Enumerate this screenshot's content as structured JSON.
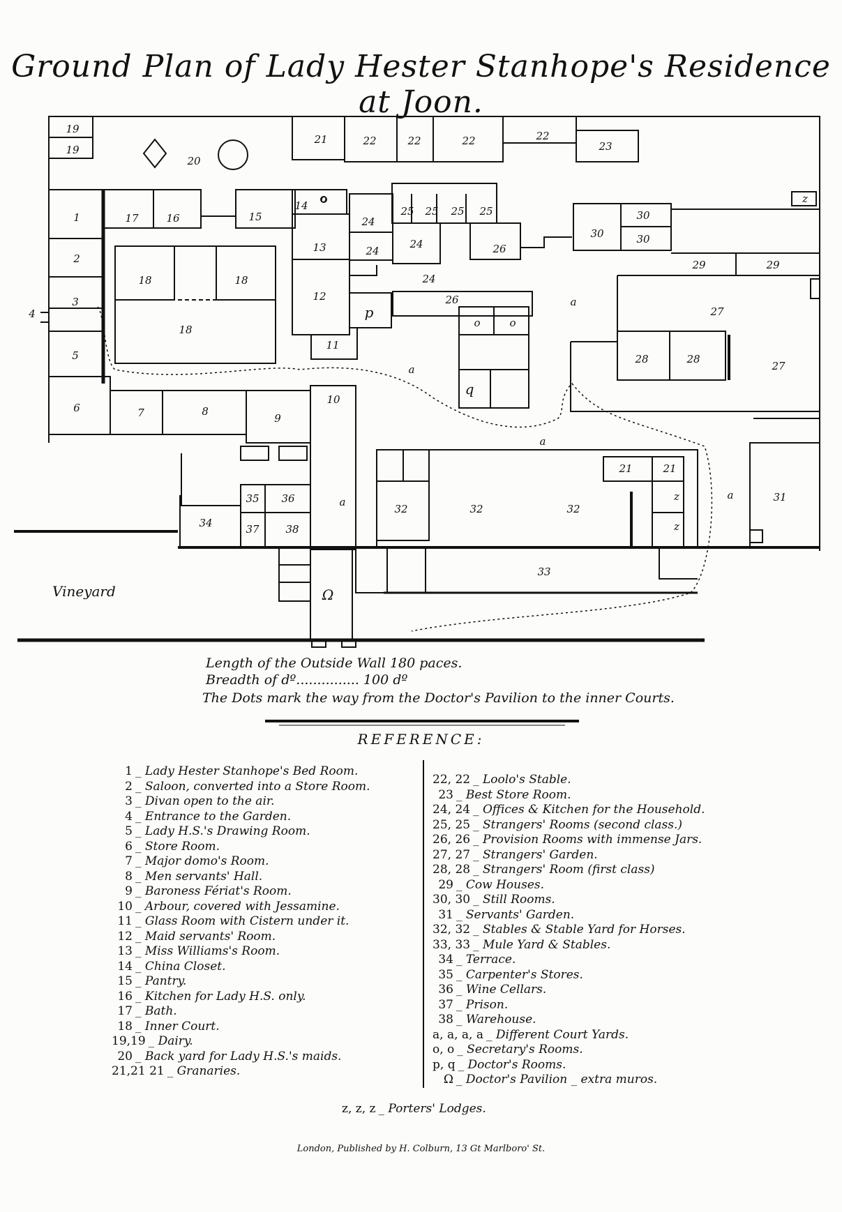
{
  "title": "Ground Plan of Lady Hester Stanhope's Residence at Joon.",
  "map_labels": {
    "vineyard": "Vineyard",
    "rooms": [
      {
        "id": "r19a",
        "text": "19"
      },
      {
        "id": "r19b",
        "text": "19"
      },
      {
        "id": "r20",
        "text": "20"
      },
      {
        "id": "r21a",
        "text": "21"
      },
      {
        "id": "r22a",
        "text": "22"
      },
      {
        "id": "r22b",
        "text": "22"
      },
      {
        "id": "r22c",
        "text": "22"
      },
      {
        "id": "r22d",
        "text": "22"
      },
      {
        "id": "r23",
        "text": "23"
      },
      {
        "id": "rz1",
        "text": "z"
      },
      {
        "id": "r1",
        "text": "1"
      },
      {
        "id": "r17",
        "text": "17"
      },
      {
        "id": "r16",
        "text": "16"
      },
      {
        "id": "r15",
        "text": "15"
      },
      {
        "id": "r14",
        "text": "14"
      },
      {
        "id": "ro1",
        "text": "o"
      },
      {
        "id": "r24a",
        "text": "24"
      },
      {
        "id": "r25a",
        "text": "25"
      },
      {
        "id": "r25b",
        "text": "25"
      },
      {
        "id": "r25c",
        "text": "25"
      },
      {
        "id": "r25d",
        "text": "25"
      },
      {
        "id": "r30a",
        "text": "30"
      },
      {
        "id": "r30b",
        "text": "30"
      },
      {
        "id": "r30c",
        "text": "30"
      },
      {
        "id": "r2",
        "text": "2"
      },
      {
        "id": "r18a",
        "text": "18"
      },
      {
        "id": "r18b",
        "text": "18"
      },
      {
        "id": "r18c",
        "text": "18"
      },
      {
        "id": "r13",
        "text": "13"
      },
      {
        "id": "r24b",
        "text": "24"
      },
      {
        "id": "r24c",
        "text": "24"
      },
      {
        "id": "r24d",
        "text": "24"
      },
      {
        "id": "r26a",
        "text": "26"
      },
      {
        "id": "r29a",
        "text": "29"
      },
      {
        "id": "r29b",
        "text": "29"
      },
      {
        "id": "r3",
        "text": "3"
      },
      {
        "id": "r4",
        "text": "4"
      },
      {
        "id": "r12",
        "text": "12"
      },
      {
        "id": "rp",
        "text": "p"
      },
      {
        "id": "r26b",
        "text": "26"
      },
      {
        "id": "ro2",
        "text": "o"
      },
      {
        "id": "ro3",
        "text": "o"
      },
      {
        "id": "ra1",
        "text": "a"
      },
      {
        "id": "r27a",
        "text": "27"
      },
      {
        "id": "r5",
        "text": "5"
      },
      {
        "id": "r11",
        "text": "11"
      },
      {
        "id": "ra2",
        "text": "a"
      },
      {
        "id": "r28a",
        "text": "28"
      },
      {
        "id": "r28b",
        "text": "28"
      },
      {
        "id": "r27b",
        "text": "27"
      },
      {
        "id": "rq",
        "text": "q"
      },
      {
        "id": "r6",
        "text": "6"
      },
      {
        "id": "r7",
        "text": "7"
      },
      {
        "id": "r8",
        "text": "8"
      },
      {
        "id": "r9",
        "text": "9"
      },
      {
        "id": "r10",
        "text": "10"
      },
      {
        "id": "ra3",
        "text": "a"
      },
      {
        "id": "r21b",
        "text": "21"
      },
      {
        "id": "r21c",
        "text": "21"
      },
      {
        "id": "r35",
        "text": "35"
      },
      {
        "id": "r36",
        "text": "36"
      },
      {
        "id": "ra4",
        "text": "a"
      },
      {
        "id": "r32a",
        "text": "32"
      },
      {
        "id": "r32b",
        "text": "32"
      },
      {
        "id": "r32c",
        "text": "32"
      },
      {
        "id": "rz2",
        "text": "z"
      },
      {
        "id": "ra5",
        "text": "a"
      },
      {
        "id": "r31",
        "text": "31"
      },
      {
        "id": "r34",
        "text": "34"
      },
      {
        "id": "r37",
        "text": "37"
      },
      {
        "id": "r38",
        "text": "38"
      },
      {
        "id": "rz3",
        "text": "z"
      },
      {
        "id": "r33",
        "text": "33"
      },
      {
        "id": "romega",
        "text": "Ω"
      }
    ]
  },
  "notes": {
    "length": "Length of the Outside Wall 180 paces.",
    "breadth": "Breadth of dº............... 100 dº",
    "dots": "The Dots mark the way from the Doctor's Pavilion to the inner Courts."
  },
  "reference_heading": "REFERENCE:",
  "reference_left": [
    {
      "num": "1",
      "text": "_ Lady Hester Stanhope's Bed Room."
    },
    {
      "num": "2",
      "text": "_ Saloon, converted into a Store Room."
    },
    {
      "num": "3",
      "text": "_ Divan open to the air."
    },
    {
      "num": "4",
      "text": "_ Entrance to the Garden."
    },
    {
      "num": "5",
      "text": "_ Lady H.S.'s Drawing Room."
    },
    {
      "num": "6",
      "text": "_ Store Room."
    },
    {
      "num": "7",
      "text": "_ Major domo's Room."
    },
    {
      "num": "8",
      "text": "_ Men servants' Hall."
    },
    {
      "num": "9",
      "text": "_ Baroness Fériat's Room."
    },
    {
      "num": "10",
      "text": "_ Arbour, covered with Jessamine."
    },
    {
      "num": "11",
      "text": "_ Glass Room with Cistern under it."
    },
    {
      "num": "12",
      "text": "_ Maid servants' Room."
    },
    {
      "num": "13",
      "text": "_ Miss Williams's Room."
    },
    {
      "num": "14",
      "text": "_ China Closet."
    },
    {
      "num": "15",
      "text": "_ Pantry."
    },
    {
      "num": "16",
      "text": "_ Kitchen for Lady H.S. only."
    },
    {
      "num": "17",
      "text": "_ Bath."
    },
    {
      "num": "18",
      "text": "_ Inner Court."
    },
    {
      "num": "19,19",
      "text": "_ Dairy."
    },
    {
      "num": "20",
      "text": "_ Back yard for Lady H.S.'s maids."
    },
    {
      "num": "21,21 21",
      "text": "_ Granaries."
    }
  ],
  "reference_right": [
    {
      "num": "22, 22",
      "text": "_ Loolo's Stable."
    },
    {
      "num": "23",
      "text": "_ Best Store Room."
    },
    {
      "num": "24, 24",
      "text": "_ Offices & Kitchen for the Household."
    },
    {
      "num": "25, 25",
      "text": "_ Strangers' Rooms (second class.)"
    },
    {
      "num": "26, 26",
      "text": "_ Provision Rooms with immense Jars."
    },
    {
      "num": "27, 27",
      "text": "_ Strangers' Garden."
    },
    {
      "num": "28, 28",
      "text": "_ Strangers' Room (first class)"
    },
    {
      "num": "29",
      "text": "_ Cow Houses."
    },
    {
      "num": "30, 30",
      "text": "_ Still Rooms."
    },
    {
      "num": "31",
      "text": "_ Servants' Garden."
    },
    {
      "num": "32, 32",
      "text": "_ Stables & Stable Yard for Horses."
    },
    {
      "num": "33, 33",
      "text": "_ Mule Yard & Stables."
    },
    {
      "num": "34",
      "text": "_ Terrace."
    },
    {
      "num": "35",
      "text": "_ Carpenter's Stores."
    },
    {
      "num": "36",
      "text": "_ Wine Cellars."
    },
    {
      "num": "37",
      "text": "_ Prison."
    },
    {
      "num": "38",
      "text": "_ Warehouse."
    },
    {
      "num": "a, a, a, a",
      "text": "_ Different Court Yards."
    },
    {
      "num": "o, o",
      "text": "_ Secretary's Rooms."
    },
    {
      "num": "p, q",
      "text": "_ Doctor's Rooms."
    },
    {
      "num": "Ω",
      "text": "_ Doctor's Pavilion _ extra muros."
    }
  ],
  "reference_bottom": {
    "num": "z, z, z",
    "text": "_ Porters' Lodges."
  },
  "publisher": "London, Published by H. Colburn, 13 Gt Marlboro' St.",
  "colors": {
    "ink": "#111111",
    "paper": "#fcfcfa"
  }
}
